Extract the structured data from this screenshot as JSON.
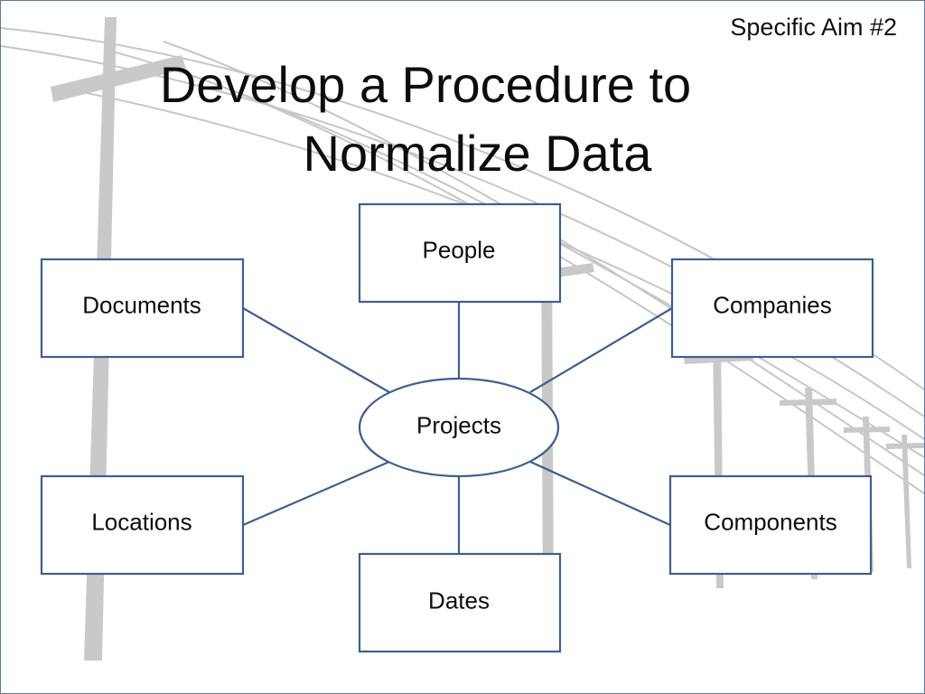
{
  "slide": {
    "aim_label": "Specific Aim #2",
    "title_line1": "Develop a Procedure to",
    "title_line2": "Normalize Data"
  },
  "diagram": {
    "center": "Projects",
    "nodes": {
      "people": "People",
      "documents": "Documents",
      "companies": "Companies",
      "locations": "Locations",
      "components": "Components",
      "dates": "Dates"
    }
  },
  "colors": {
    "box_border": "#3f5f8c",
    "connector": "#3f5f8c",
    "pole": "#c9c9c9",
    "wire": "#bdbdbd"
  }
}
